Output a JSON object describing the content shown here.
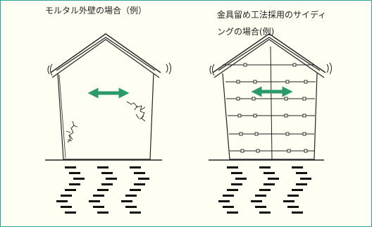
{
  "panels": {
    "left": {
      "caption": "モルタル外壁の場合（例）"
    },
    "right": {
      "caption_line1": "金具留め工法採用のサイディ",
      "caption_line2": "ングの場合(例)"
    }
  },
  "colors": {
    "frame_border": "#2ba59a",
    "background": "#fffef2",
    "arrow": "#2a9a6a",
    "line": "#222222"
  }
}
